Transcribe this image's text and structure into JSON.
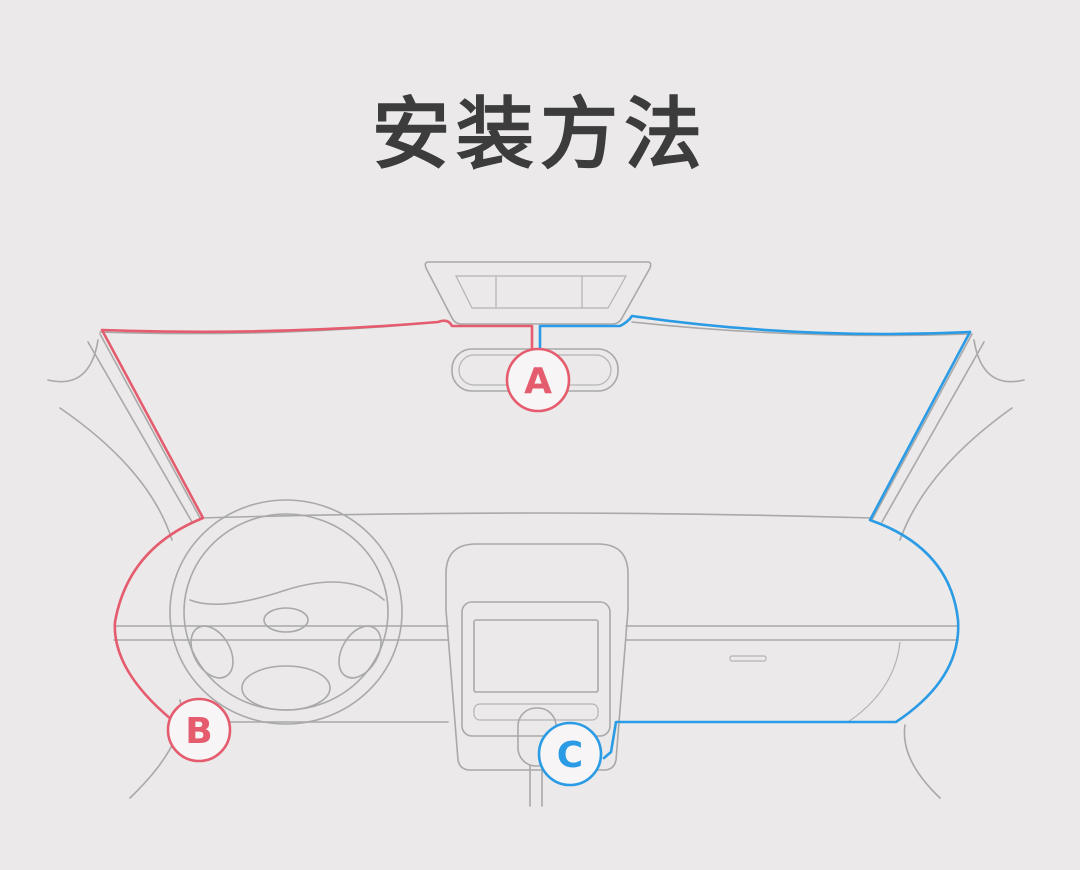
{
  "title": "安装方法",
  "markers": [
    {
      "label": "A",
      "color": "#e45c6e"
    },
    {
      "label": "B",
      "color": "#e45c6e"
    },
    {
      "label": "C",
      "color": "#2a9be4"
    }
  ],
  "colors": {
    "background": "#ebe9e9",
    "title": "#3c3c3c",
    "outline": "#a9a9a9",
    "route_left": "#e45c6e",
    "route_right": "#2a9be4"
  }
}
